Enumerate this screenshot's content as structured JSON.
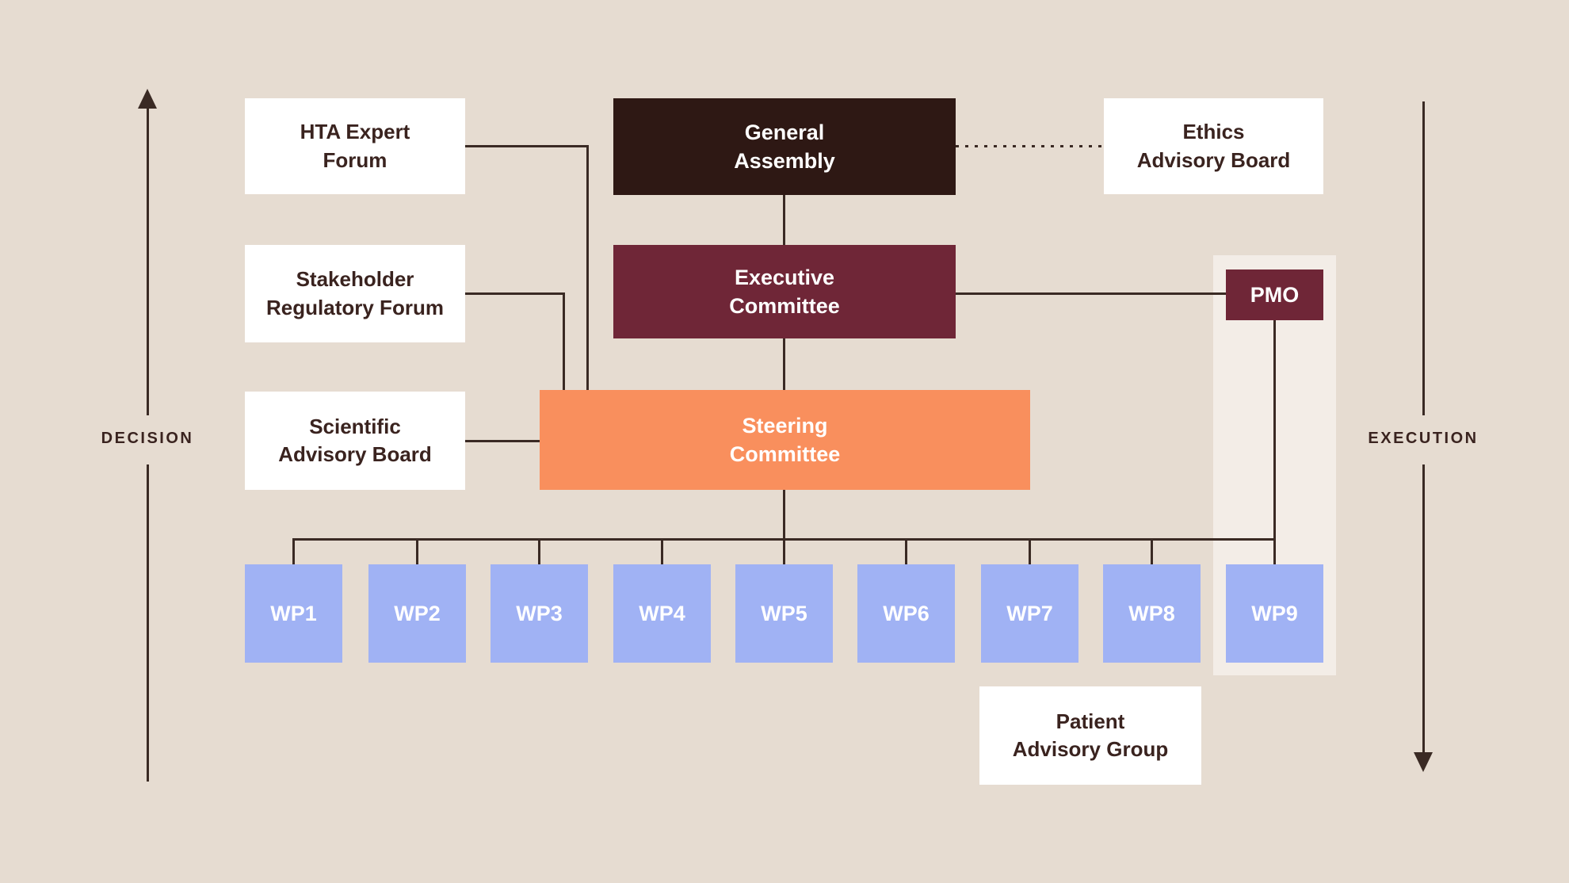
{
  "colors": {
    "bg": "#e6dcd1",
    "strip": "#f3ede7",
    "dark": "#2e1814",
    "maroon": "#6f2637",
    "orange": "#f98f5d",
    "blue": "#a0b2f4",
    "white": "#ffffff",
    "ink": "#3a231f",
    "line": "#3a2a24"
  },
  "nodes": {
    "general_assembly": "General\nAssembly",
    "executive_committee": "Executive\nCommittee",
    "steering_committee": "Steering\nCommittee",
    "hta_expert_forum": "HTA Expert\nForum",
    "stakeholder_regulatory_forum": "Stakeholder\nRegulatory Forum",
    "scientific_advisory_board": "Scientific\nAdvisory Board",
    "ethics_advisory_board": "Ethics\nAdvisory Board",
    "pmo": "PMO",
    "patient_advisory_group": "Patient\nAdvisory Group",
    "work_packages": [
      "WP1",
      "WP2",
      "WP3",
      "WP4",
      "WP5",
      "WP6",
      "WP7",
      "WP8",
      "WP9"
    ]
  },
  "axes": {
    "decision": "DECISION",
    "execution": "EXECUTION"
  }
}
